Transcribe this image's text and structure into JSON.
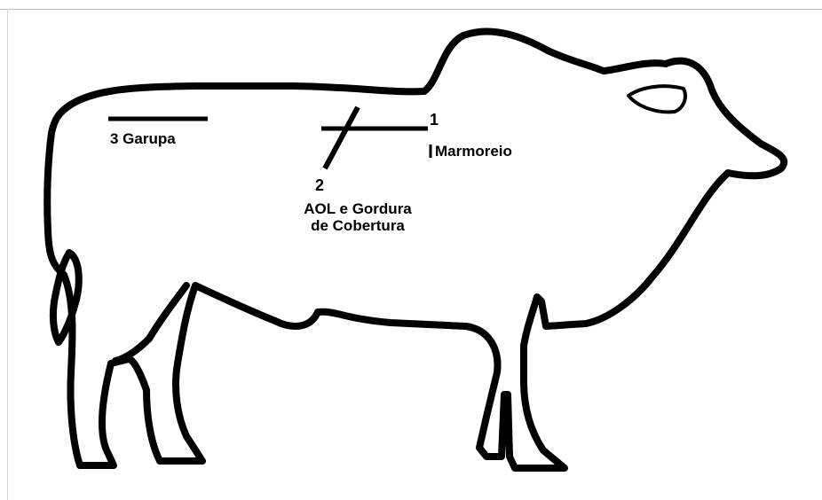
{
  "diagram": {
    "labels": {
      "garupa": "3 Garupa",
      "marker_1": "1",
      "marmoreio": "Marmoreio",
      "marker_2": "2",
      "aol_line1": "AOL e Gordura",
      "aol_line2": "de Cobertura"
    },
    "colors": {
      "outline": "#000000",
      "background": "#ffffff"
    }
  }
}
